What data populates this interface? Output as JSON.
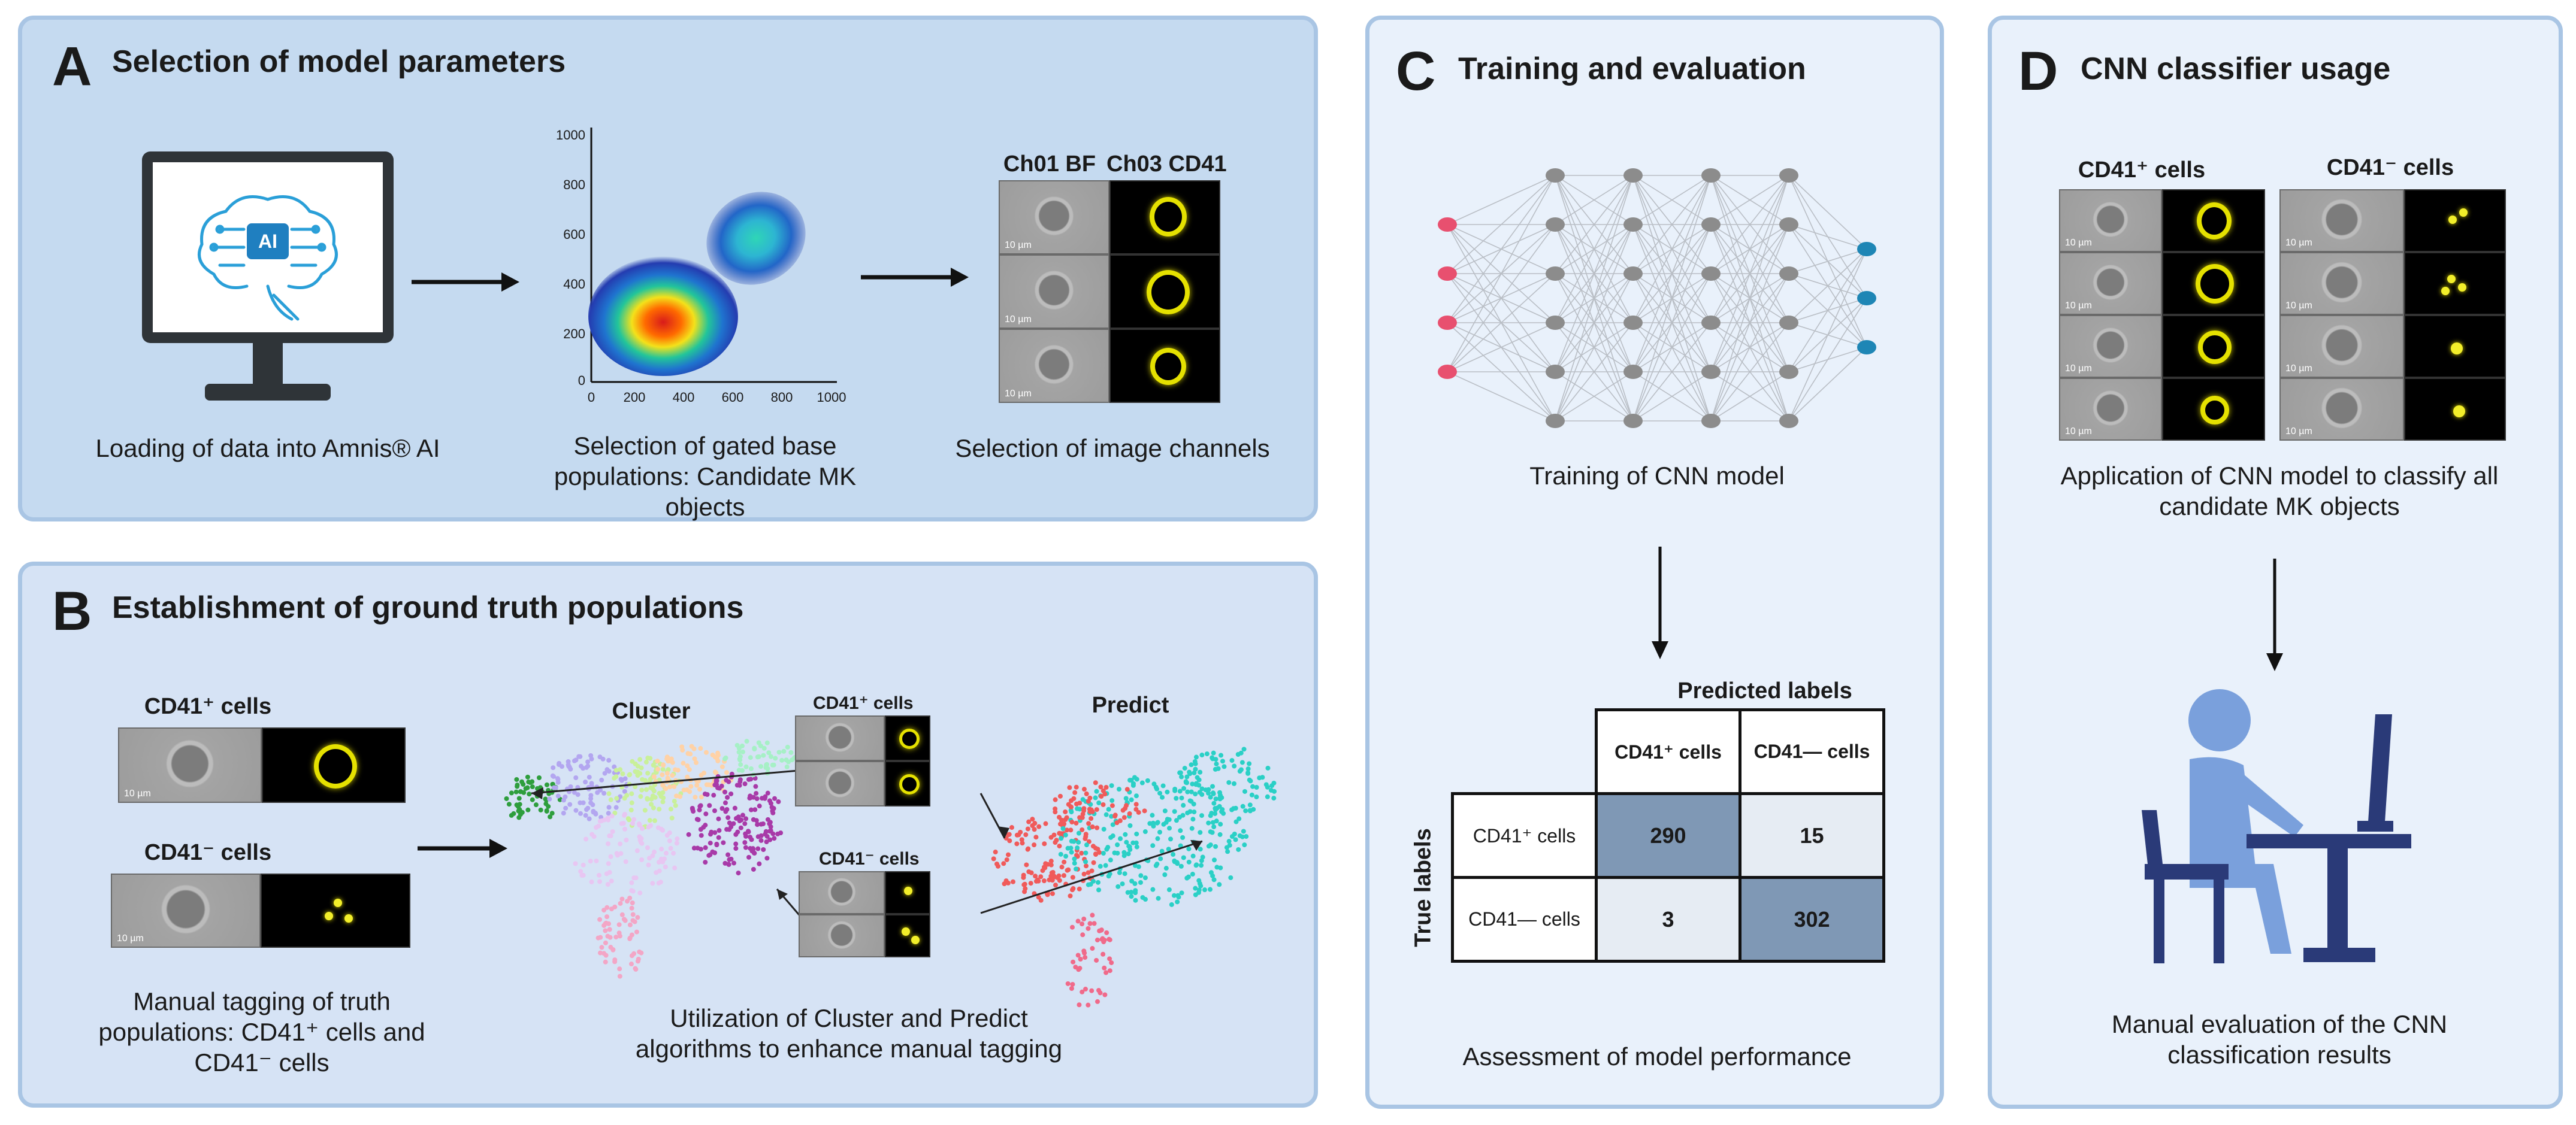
{
  "panel_a": {
    "letter": "A",
    "title": "Selection of model parameters",
    "ai_label": "AI",
    "caption_load": "Loading of data into Amnis® AI",
    "caption_gate": "Selection of gated base populations: Candidate MK objects",
    "caption_channels": "Selection of image channels",
    "channel_labels": [
      "Ch01 BF",
      "Ch03 CD41"
    ],
    "plot_ticks_x": [
      "0",
      "200",
      "400",
      "600",
      "800",
      "1000"
    ],
    "plot_ticks_y": [
      "0",
      "200",
      "400",
      "600",
      "800",
      "1000"
    ],
    "scale_label": "10 µm"
  },
  "panel_b": {
    "letter": "B",
    "title": "Establishment of ground truth populations",
    "cd41pos_label": "CD41⁺ cells",
    "cd41neg_label": "CD41⁻ cells",
    "cluster_label": "Cluster",
    "predict_label": "Predict",
    "inset_pos_label": "CD41⁺ cells",
    "inset_neg_label": "CD41⁻ cells",
    "caption_manual": "Manual tagging of truth populations: CD41⁺ cells and CD41⁻ cells",
    "caption_cluster": "Utilization of Cluster and Predict algorithms to enhance manual tagging",
    "scale_label": "10 µm"
  },
  "panel_c": {
    "letter": "C",
    "title": "Training and evaluation",
    "caption_training": "Training of CNN model",
    "caption_assess": "Assessment of model performance",
    "predicted_header": "Predicted labels",
    "true_header": "True labels",
    "col_labels": [
      "CD41⁺ cells",
      "CD41— cells"
    ],
    "row_labels": [
      "CD41⁺ cells",
      "CD41— cells"
    ],
    "matrix": [
      [
        "290",
        "15"
      ],
      [
        "3",
        "302"
      ]
    ],
    "colors": {
      "diag": "#7f98b5",
      "offdiag": "#e6ecf3",
      "input_node": "#e8506f",
      "hidden_node": "#8c8c8c",
      "output_node": "#1e86b5"
    }
  },
  "panel_d": {
    "letter": "D",
    "title": "CNN classifier usage",
    "cd41pos_label": "CD41⁺ cells",
    "cd41neg_label": "CD41⁻ cells",
    "caption_apply": "Application of CNN model to classify all candidate MK objects",
    "caption_eval": "Manual evaluation of the CNN classification results",
    "scale_label": "10 µm"
  }
}
